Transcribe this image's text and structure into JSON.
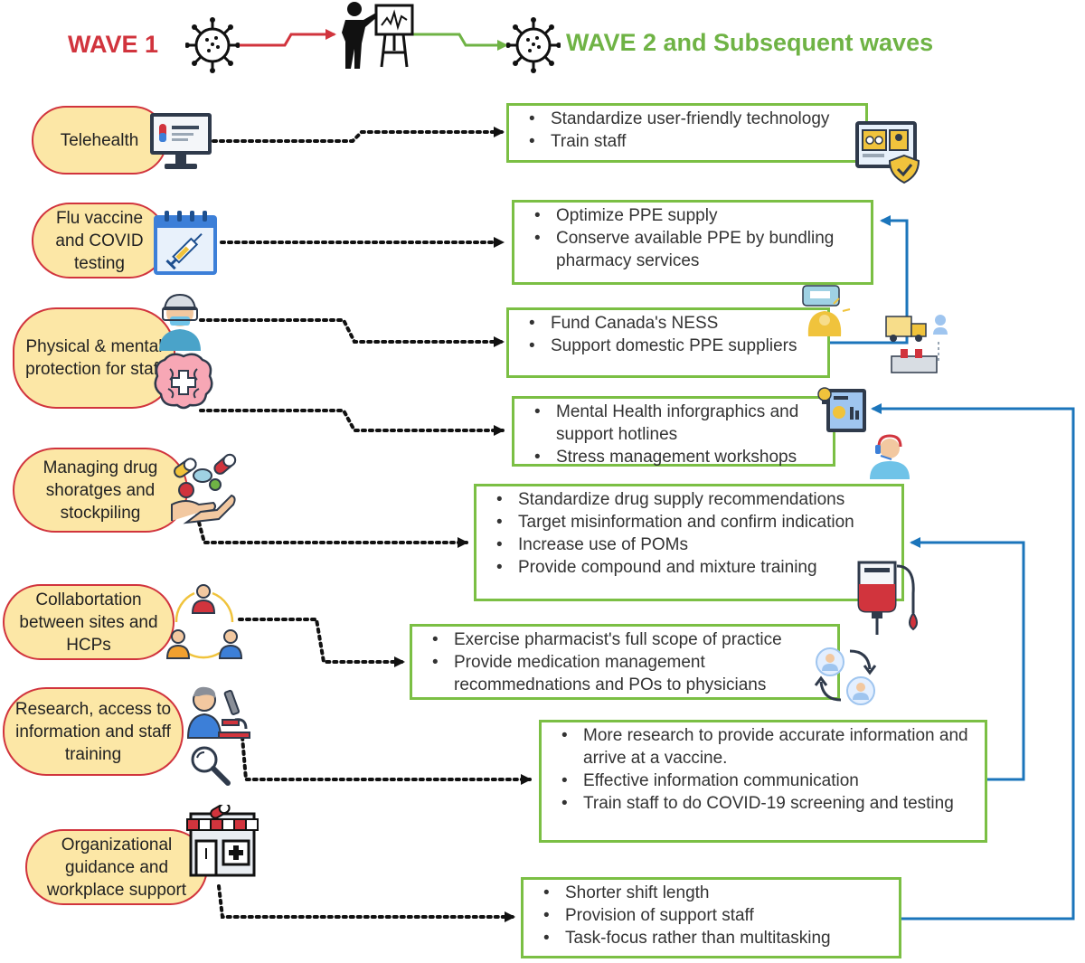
{
  "header": {
    "wave1": "WAVE 1",
    "wave2": "WAVE 2 and Subsequent waves"
  },
  "challenges": [
    {
      "id": "telehealth",
      "label": "Telehealth",
      "icon": "monitor-icon"
    },
    {
      "id": "flu",
      "label": "Flu vaccine and COVID testing",
      "icon": "calendar-syringe-icon"
    },
    {
      "id": "protection",
      "label": "Physical & mental protection for staff",
      "icon": "health-worker-icon"
    },
    {
      "id": "drugs",
      "label": "Managing drug shoratges and stockpiling",
      "icon": "pills-hand-icon"
    },
    {
      "id": "collab",
      "label": "Collabortation between sites and HCPs",
      "icon": "people-cycle-icon"
    },
    {
      "id": "research",
      "label": "Research, access to information and staff training",
      "icon": "researcher-microscope-icon"
    },
    {
      "id": "org",
      "label": "Organizational guidance and workplace support",
      "icon": "pharmacy-store-icon"
    }
  ],
  "solutions": [
    {
      "id": "telehealth",
      "icon": "secure-tablet-icon",
      "items": [
        "Standardize user-friendly technology",
        "Train staff"
      ]
    },
    {
      "id": "ppe",
      "icon": "supplies-icon",
      "items": [
        "Optimize PPE supply",
        "Conserve available PPE by bundling pharmacy services"
      ]
    },
    {
      "id": "ness",
      "icon": "delivery-truck-icon",
      "items": [
        "Fund Canada's NESS",
        "Support domestic PPE suppliers"
      ]
    },
    {
      "id": "mental",
      "icon": "infographic-icon",
      "items": [
        "Mental Health inforgraphics and support hotlines",
        "Stress management workshops"
      ]
    },
    {
      "id": "drugs",
      "icon": "iv-bag-icon",
      "items": [
        "Standardize drug supply recommendations",
        "Target misinformation and confirm indication",
        "Increase use of POMs",
        "Provide compound and mixture training"
      ]
    },
    {
      "id": "collab",
      "icon": "exchange-users-icon",
      "items": [
        "Exercise pharmacist's full scope of practice",
        "Provide medication management recommednations and POs to physicians"
      ]
    },
    {
      "id": "research",
      "icon": "",
      "items": [
        "More research to provide accurate information and arrive at a vaccine.",
        "Effective information communication",
        "Train staff to do COVID-19 screening and testing"
      ]
    },
    {
      "id": "org",
      "icon": "",
      "items": [
        "Shorter shift length",
        "Provision of support staff",
        "Task-focus rather than multitasking"
      ]
    }
  ],
  "colors": {
    "wave1": "#d1343d",
    "wave2": "#6fb345",
    "pill_fill": "#fce7a6",
    "box_border": "#7bbf44",
    "feedback_arrow": "#1b75bb"
  }
}
